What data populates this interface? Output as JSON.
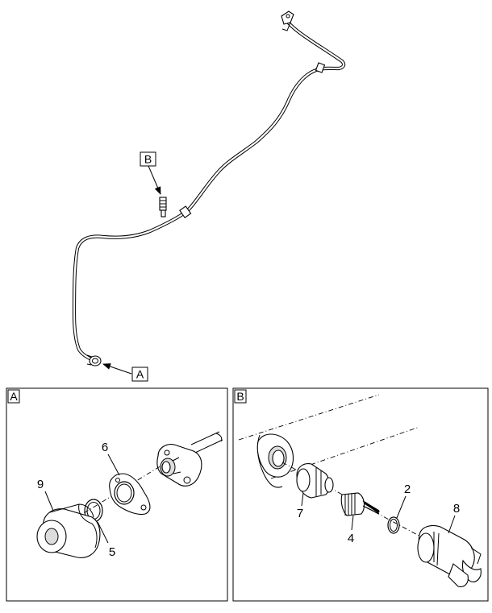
{
  "callouts": {
    "view_a": "A",
    "view_b": "B"
  },
  "panels": {
    "a": {
      "title": "A",
      "parts": {
        "p9": "9",
        "p5": "5",
        "p6": "6"
      }
    },
    "b": {
      "title": "B",
      "parts": {
        "p7": "7",
        "p4": "4",
        "p2": "2",
        "p8": "8"
      }
    }
  }
}
